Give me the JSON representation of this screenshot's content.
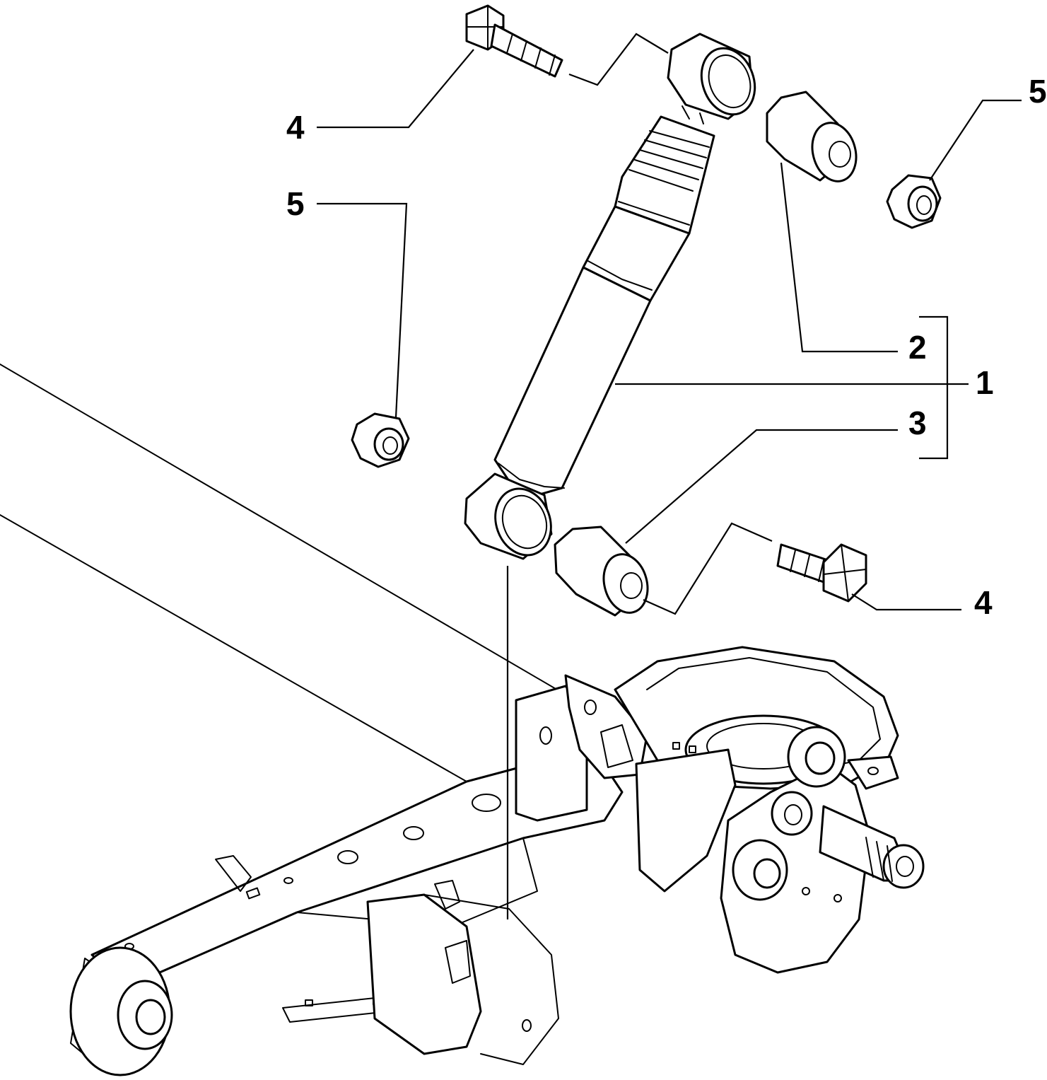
{
  "callouts": {
    "c1": "1",
    "c2": "2",
    "c3": "3",
    "c4_top": "4",
    "c4_bottom": "4",
    "c5_left": "5",
    "c5_right": "5"
  }
}
